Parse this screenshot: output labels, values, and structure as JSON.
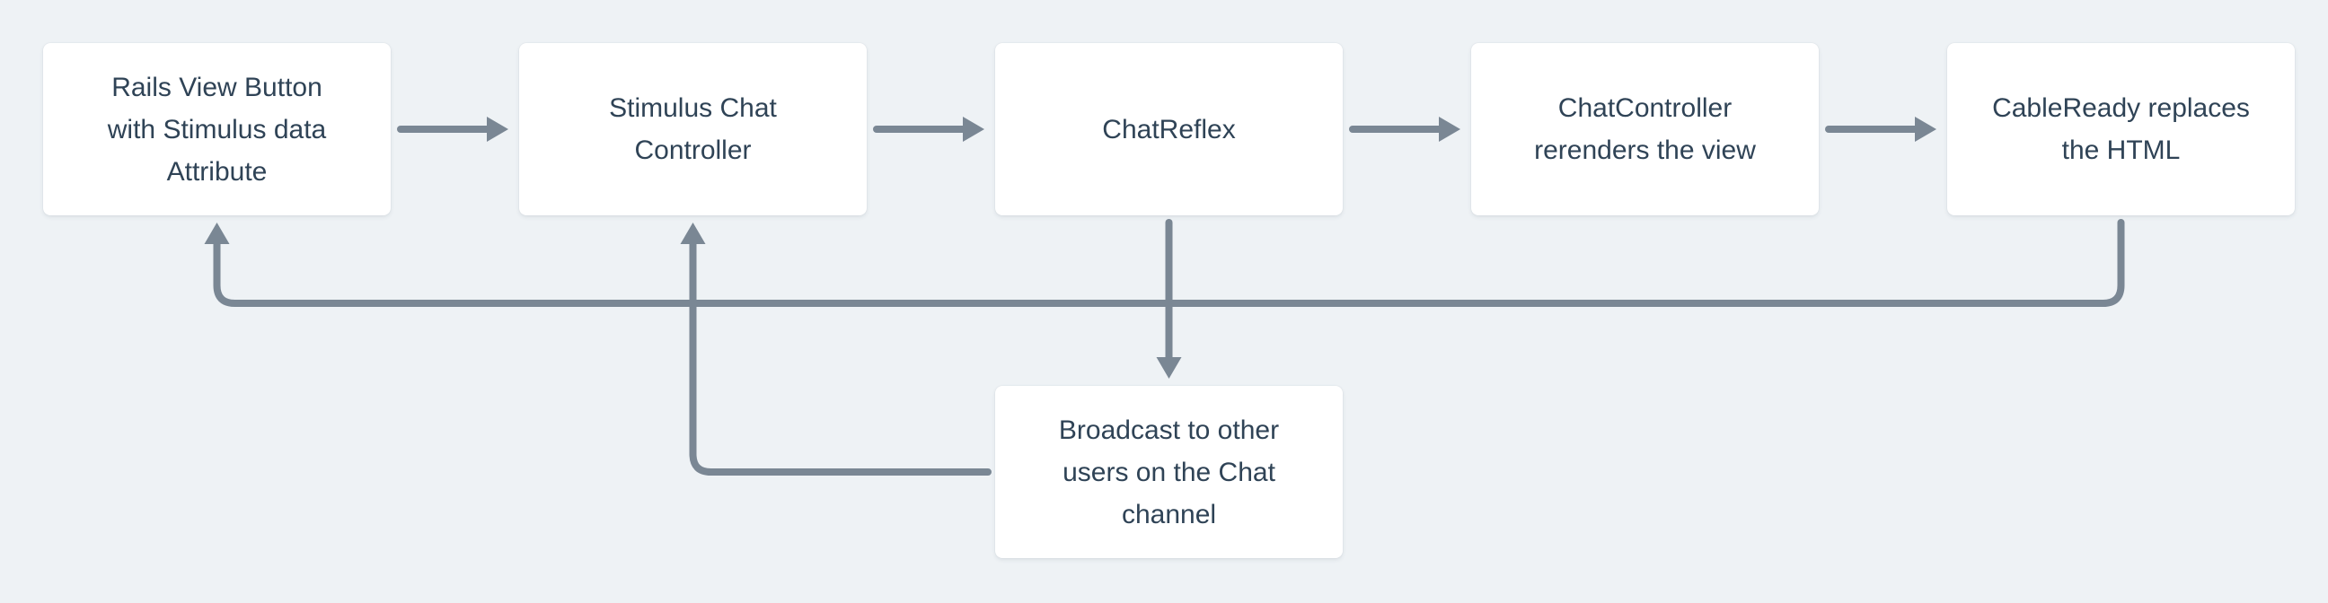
{
  "colors": {
    "background": "#EEF2F5",
    "node_fill": "#FFFFFF",
    "node_text": "#2F4356",
    "connector": "#7A8794"
  },
  "diagram": {
    "type": "flowchart",
    "nodes": [
      {
        "id": "rails-view-button",
        "label": "Rails View Button with Stimulus data Attribute"
      },
      {
        "id": "stimulus-chat-controller",
        "label": "Stimulus Chat Controller"
      },
      {
        "id": "chat-reflex",
        "label": "ChatReflex"
      },
      {
        "id": "chat-controller-rerenders",
        "label": "ChatController rerenders the view"
      },
      {
        "id": "cable-ready-replaces",
        "label": "CableReady replaces the HTML"
      },
      {
        "id": "broadcast-chat-channel",
        "label": "Broadcast to other users on the Chat channel"
      }
    ],
    "edges": [
      {
        "from": "rails-view-button",
        "to": "stimulus-chat-controller"
      },
      {
        "from": "stimulus-chat-controller",
        "to": "chat-reflex"
      },
      {
        "from": "chat-reflex",
        "to": "chat-controller-rerenders"
      },
      {
        "from": "chat-controller-rerenders",
        "to": "cable-ready-replaces"
      },
      {
        "from": "cable-ready-replaces",
        "to": "rails-view-button"
      },
      {
        "from": "chat-reflex",
        "to": "broadcast-chat-channel"
      },
      {
        "from": "broadcast-chat-channel",
        "to": "stimulus-chat-controller"
      }
    ]
  }
}
